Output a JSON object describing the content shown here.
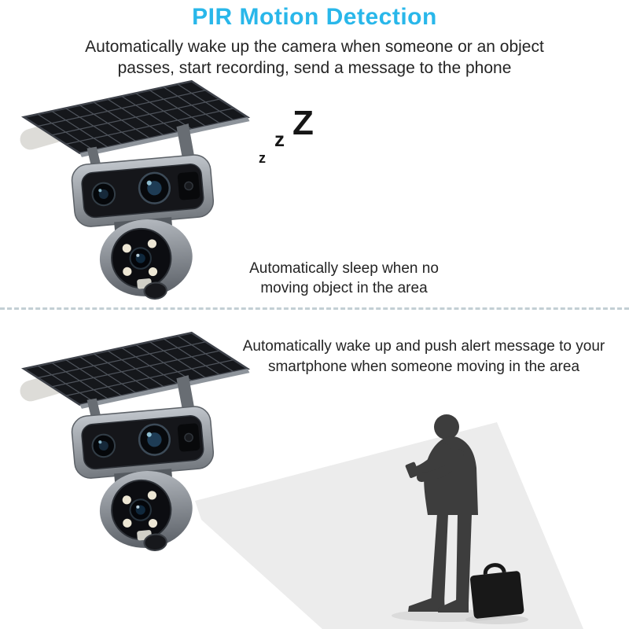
{
  "page": {
    "title": "PIR Motion Detection",
    "subtitle": [
      "Automatically wake up the camera when someone or an object",
      "passes, start recording, send a message to the phone"
    ]
  },
  "sleep_section": {
    "zzz": {
      "large": "Z",
      "medium": "z",
      "small": "z"
    },
    "caption": [
      "Automatically sleep when no",
      "moving object in the area"
    ]
  },
  "wake_section": {
    "caption": [
      "Automatically wake up and push alert message to your",
      "smartphone when someone moving in the area"
    ]
  },
  "colors": {
    "title_accent": "#29b7ea",
    "body_text": "#242424",
    "divider_dash": "#c3cfd4",
    "beam": "#ececec",
    "silhouette": "#3d3d3d",
    "solar_panel": "#15171b",
    "camera_body": "#9aa0a6"
  }
}
